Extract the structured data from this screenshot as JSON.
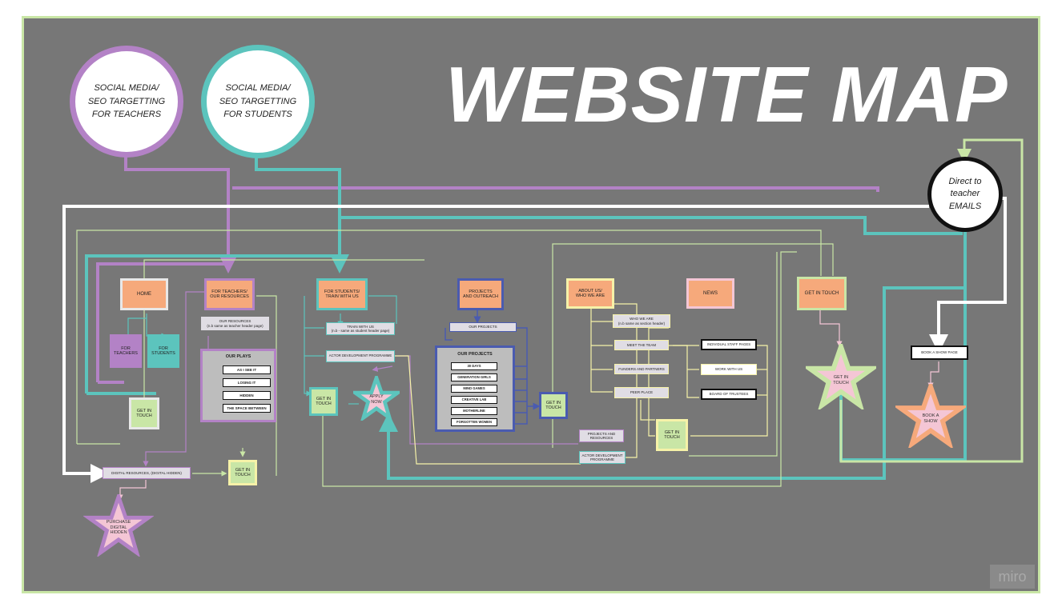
{
  "title": "WEBSITE MAP",
  "colors": {
    "purple": "#b382c6",
    "teal": "#5cc4bd",
    "green": "#c9e6a6",
    "orange": "#f6a97b",
    "pink": "#f4c6d5",
    "yellow": "#f6f2a8",
    "blue": "#4a5bb0"
  },
  "circles": {
    "teachers": "SOCIAL MEDIA/\nSEO TARGETTING\nFOR TEACHERS",
    "students": "SOCIAL MEDIA/\nSEO TARGETTING\nFOR STUDENTS",
    "emails": "Direct to\nteacher\nEMAILS"
  },
  "nodes": {
    "home": "HOME",
    "for_teachers": "FOR TEACHERS",
    "for_students": "FOR STUDENTS",
    "get_in_touch_home": "GET IN\nTOUCH",
    "teachers_resources": "FOR TEACHERS/\nOUR RESOURCES",
    "our_resources": "OUR RESOURCES\n(n.b same as teacher header page)",
    "our_plays": "OUR PLAYS",
    "play_1": "AS I SEE IT",
    "play_2": "LOSING IT",
    "play_3": "HIDDEN",
    "play_4": "THE SPACE BETWEEN",
    "get_in_touch_teachers": "GET IN\nTOUCH",
    "digital_resources": "DIGITAL RESOURCES, (DIGITAL HIDDEN)",
    "students_train": "FOR STUDENTS/\nTRAIN WITH US",
    "train_with_us": "TRAIN WITH US\n(n.b - same as student header page)",
    "actor_dev": "ACTOR DEVELOPMENT PROGRAMME",
    "get_in_touch_students": "GET IN\nTOUCH",
    "projects_outreach": "PROJECTS\nAND OUTREACH",
    "our_projects_link": "OUR PROJECTS",
    "our_projects": "OUR PROJECTS",
    "project_1": "30 DAYS",
    "project_2": "GENERATION GIRLS",
    "project_3": "MIND GAMES",
    "project_4": "CREATIVE LAB",
    "project_5": "MOTHERLINE",
    "project_6": "FORGOTTEN WOMEN",
    "get_in_touch_projects": "GET IN\nTOUCH",
    "about_us": "ABOUT US/\nWHO WE ARE",
    "who_we_are": "WHO WE ARE\n(n.b same as section header)",
    "meet_team": "MEET THE TEAM",
    "funders": "FUNDERS AND PARTNERS",
    "peer_place": "PEER PLACE",
    "staff_pages": "INDIVIDUAL STAFF PAGES",
    "work_with_us": "WORK WITH US",
    "board_trustees": "BOARD OF TRUSTEES",
    "get_in_touch_about": "GET IN\nTOUCH",
    "projects_resources": "PROJECTS AND\nRESOURCES",
    "actor_dev_2": "ACTOR DEVELOPMENT\nPROGRAMME",
    "news": "NEWS",
    "get_in_touch_main": "GET IN TOUCH",
    "book_show_page": "BOOK A SHOW PAGE"
  },
  "stars": {
    "apply_now": "APPLY\nNOW",
    "purchase": "PURCHASE\nDIGITAL\nHIDDEN",
    "get_in_touch": "GET IN\nTOUCH",
    "book_show": "BOOK A\nSHOW"
  },
  "watermark": "miro"
}
